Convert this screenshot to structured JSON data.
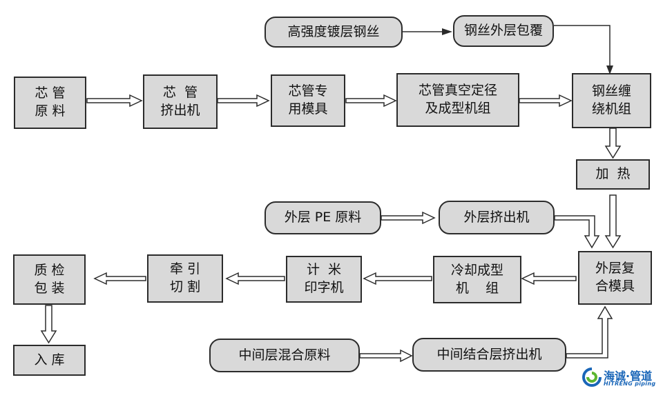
{
  "nodes": {
    "core_material": [
      "芯 管",
      "原 料"
    ],
    "core_extruder": [
      "芯  管",
      "挤出机"
    ],
    "core_mold": [
      "芯管专",
      "用模具"
    ],
    "vacuum_sizing": [
      "芯管真空定径",
      "及成型机组"
    ],
    "steel_wire": [
      "高强度镀层钢丝"
    ],
    "wire_coating": [
      "钢丝外层包覆"
    ],
    "winding": [
      "钢丝缠",
      "绕机组"
    ],
    "heating": [
      "加  热"
    ],
    "outer_pe": [
      "外层 PE 原料"
    ],
    "outer_extruder": [
      "外层挤出机"
    ],
    "composite_mold": [
      "外层复",
      "合模具"
    ],
    "cooling": [
      "冷却成型",
      "机    组"
    ],
    "printing": [
      "计  米",
      "印字机"
    ],
    "cutting": [
      "牵 引",
      "切 割"
    ],
    "inspection": [
      "质 检",
      "包 装"
    ],
    "storage": [
      "入 库"
    ],
    "middle_material": [
      "中间层混合原料"
    ],
    "middle_extruder": [
      "中间结合层挤出机"
    ]
  },
  "logo": {
    "name_cn": "海诚·管道",
    "name_en": "HITRENG piping"
  },
  "colors": {
    "box_fill": "#d9d9d9",
    "line": "#2b2b2b",
    "logo_blue": "#1a66b8",
    "logo_green": "#5cb531"
  }
}
